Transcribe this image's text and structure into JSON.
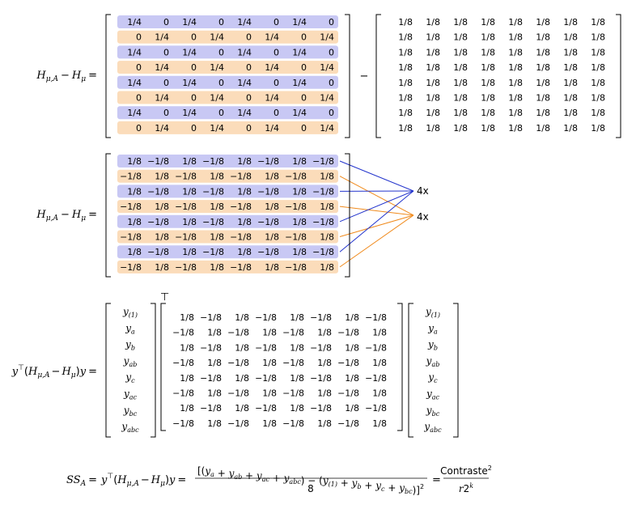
{
  "block1": {
    "lhs": {
      "H1": "H",
      "sub1": "μ,A",
      "minus": "−",
      "H2": "H",
      "sub2": "μ",
      "eq": "="
    },
    "between": "−",
    "alt_rows": [
      [
        "1/4",
        "0",
        "1/4",
        "0",
        "1/4",
        "0",
        "1/4",
        "0"
      ],
      [
        "0",
        "1/4",
        "0",
        "1/4",
        "0",
        "1/4",
        "0",
        "1/4"
      ],
      [
        "1/4",
        "0",
        "1/4",
        "0",
        "1/4",
        "0",
        "1/4",
        "0"
      ],
      [
        "0",
        "1/4",
        "0",
        "1/4",
        "0",
        "1/4",
        "0",
        "1/4"
      ],
      [
        "1/4",
        "0",
        "1/4",
        "0",
        "1/4",
        "0",
        "1/4",
        "0"
      ],
      [
        "0",
        "1/4",
        "0",
        "1/4",
        "0",
        "1/4",
        "0",
        "1/4"
      ],
      [
        "1/4",
        "0",
        "1/4",
        "0",
        "1/4",
        "0",
        "1/4",
        "0"
      ],
      [
        "0",
        "1/4",
        "0",
        "1/4",
        "0",
        "1/4",
        "0",
        "1/4"
      ]
    ],
    "eighths_rows": [
      [
        "1/8",
        "1/8",
        "1/8",
        "1/8",
        "1/8",
        "1/8",
        "1/8",
        "1/8"
      ],
      [
        "1/8",
        "1/8",
        "1/8",
        "1/8",
        "1/8",
        "1/8",
        "1/8",
        "1/8"
      ],
      [
        "1/8",
        "1/8",
        "1/8",
        "1/8",
        "1/8",
        "1/8",
        "1/8",
        "1/8"
      ],
      [
        "1/8",
        "1/8",
        "1/8",
        "1/8",
        "1/8",
        "1/8",
        "1/8",
        "1/8"
      ],
      [
        "1/8",
        "1/8",
        "1/8",
        "1/8",
        "1/8",
        "1/8",
        "1/8",
        "1/8"
      ],
      [
        "1/8",
        "1/8",
        "1/8",
        "1/8",
        "1/8",
        "1/8",
        "1/8",
        "1/8"
      ],
      [
        "1/8",
        "1/8",
        "1/8",
        "1/8",
        "1/8",
        "1/8",
        "1/8",
        "1/8"
      ],
      [
        "1/8",
        "1/8",
        "1/8",
        "1/8",
        "1/8",
        "1/8",
        "1/8",
        "1/8"
      ]
    ]
  },
  "block2": {
    "lhs": {
      "H1": "H",
      "sub1": "μ,A",
      "minus": "−",
      "H2": "H",
      "sub2": "μ",
      "eq": "="
    },
    "rows": [
      [
        "1/8",
        "−1/8",
        "1/8",
        "−1/8",
        "1/8",
        "−1/8",
        "1/8",
        "−1/8"
      ],
      [
        "−1/8",
        "1/8",
        "−1/8",
        "1/8",
        "−1/8",
        "1/8",
        "−1/8",
        "1/8"
      ],
      [
        "1/8",
        "−1/8",
        "1/8",
        "−1/8",
        "1/8",
        "−1/8",
        "1/8",
        "−1/8"
      ],
      [
        "−1/8",
        "1/8",
        "−1/8",
        "1/8",
        "−1/8",
        "1/8",
        "−1/8",
        "1/8"
      ],
      [
        "1/8",
        "−1/8",
        "1/8",
        "−1/8",
        "1/8",
        "−1/8",
        "1/8",
        "−1/8"
      ],
      [
        "−1/8",
        "1/8",
        "−1/8",
        "1/8",
        "−1/8",
        "1/8",
        "−1/8",
        "1/8"
      ],
      [
        "1/8",
        "−1/8",
        "1/8",
        "−1/8",
        "1/8",
        "−1/8",
        "1/8",
        "−1/8"
      ],
      [
        "−1/8",
        "1/8",
        "−1/8",
        "1/8",
        "−1/8",
        "1/8",
        "−1/8",
        "1/8"
      ]
    ],
    "labels": [
      "4x",
      "4x"
    ]
  },
  "block3": {
    "lhs": {
      "y1": "y",
      "sup_T": "⊤",
      "paren_open": "(",
      "H1": "H",
      "sub1": "μ,A",
      "minus": "−",
      "H2": "H",
      "sub2": "μ",
      "paren_close": ")",
      "y2": "y",
      "eq": "="
    },
    "transpose": "⊤",
    "y_vector": [
      {
        "base": "y",
        "sub": "(1)"
      },
      {
        "base": "y",
        "sub": "a"
      },
      {
        "base": "y",
        "sub": "b"
      },
      {
        "base": "y",
        "sub": "ab"
      },
      {
        "base": "y",
        "sub": "c"
      },
      {
        "base": "y",
        "sub": "ac"
      },
      {
        "base": "y",
        "sub": "bc"
      },
      {
        "base": "y",
        "sub": "abc"
      }
    ],
    "rows": [
      [
        "1/8",
        "−1/8",
        "1/8",
        "−1/8",
        "1/8",
        "−1/8",
        "1/8",
        "−1/8"
      ],
      [
        "−1/8",
        "1/8",
        "−1/8",
        "1/8",
        "−1/8",
        "1/8",
        "−1/8",
        "1/8"
      ],
      [
        "1/8",
        "−1/8",
        "1/8",
        "−1/8",
        "1/8",
        "−1/8",
        "1/8",
        "−1/8"
      ],
      [
        "−1/8",
        "1/8",
        "−1/8",
        "1/8",
        "−1/8",
        "1/8",
        "−1/8",
        "1/8"
      ],
      [
        "1/8",
        "−1/8",
        "1/8",
        "−1/8",
        "1/8",
        "−1/8",
        "1/8",
        "−1/8"
      ],
      [
        "−1/8",
        "1/8",
        "−1/8",
        "1/8",
        "−1/8",
        "1/8",
        "−1/8",
        "1/8"
      ],
      [
        "1/8",
        "−1/8",
        "1/8",
        "−1/8",
        "1/8",
        "−1/8",
        "1/8",
        "−1/8"
      ],
      [
        "−1/8",
        "1/8",
        "−1/8",
        "1/8",
        "−1/8",
        "1/8",
        "−1/8",
        "1/8"
      ]
    ]
  },
  "formula": {
    "ss": "SS",
    "ss_sub": "A",
    "eq1": "=",
    "y1": "y",
    "sup_T": "⊤",
    "paren_open": "(",
    "H1": "H",
    "sub1": "μ,A",
    "minus": "−",
    "H2": "H",
    "sub2": "μ",
    "paren_close": ")",
    "y2": "y",
    "eq2": "=",
    "num_open": "[(",
    "pos_terms": [
      {
        "base": "y",
        "sub": "a"
      },
      {
        "base": "y",
        "sub": "ab"
      },
      {
        "base": "y",
        "sub": "ac"
      },
      {
        "base": "y",
        "sub": "abc"
      }
    ],
    "mid": ") − (",
    "neg_terms": [
      {
        "base": "y",
        "sub": "(1)"
      },
      {
        "base": "y",
        "sub": "b"
      },
      {
        "base": "y",
        "sub": "c"
      },
      {
        "base": "y",
        "sub": "bc"
      }
    ],
    "plus": "+",
    "num_close": ")]",
    "num_power": "2",
    "denominator": "8",
    "eq3": "=",
    "contraste": "Contraste",
    "contraste_power": "2",
    "r": "r",
    "two": "2",
    "k": "k"
  },
  "colors": {
    "blue_row": "#c8c8f4",
    "orange_row": "#fbdcba",
    "blue_line": "#2233cc",
    "orange_line": "#f08a1c"
  }
}
